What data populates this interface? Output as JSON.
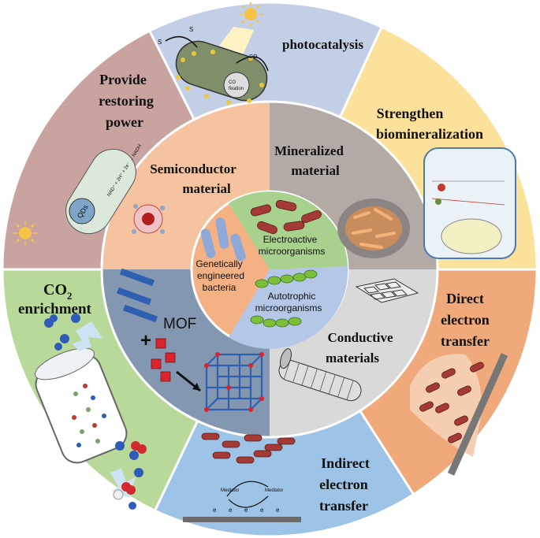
{
  "outer": {
    "photocatalysis": "photocatalysis",
    "restoring": [
      "Provide",
      "restoring",
      "power"
    ],
    "biomineral": [
      "Strengthen",
      "biomineralization"
    ],
    "co2": {
      "main": "CO",
      "sub": "2",
      "line2": "enrichment"
    },
    "direct": [
      "Direct",
      "electron",
      "transfer"
    ],
    "indirect": [
      "Indirect",
      "electron",
      "transfer"
    ]
  },
  "middle": {
    "semiconductor": [
      "Semiconductor",
      "material"
    ],
    "mineralized": [
      "Mineralized",
      "material"
    ],
    "mof": "MOF",
    "conductive": [
      "Conductive",
      "materials"
    ]
  },
  "inner": {
    "electroactive": [
      "Electroactive",
      "microorganisms"
    ],
    "genetic": [
      "Genetically",
      "engineered",
      "bacteria"
    ],
    "autotrophic": [
      "Autotrophic",
      "microorganisms"
    ]
  },
  "details": {
    "s_ox": "S",
    "s_red": "S",
    "co2_label": "CO",
    "fixation": [
      "CO",
      "fixation"
    ],
    "nadh_eq": "NAD⁺ + 2H⁺ + 2e⁻ → NADH",
    "qds": "QDs",
    "mediator_ox": "Mediator",
    "mediator_red": "Mediator",
    "electrons": "e",
    "plus": "+"
  },
  "colors": {
    "pink": "#c9a3a0",
    "blue_top": "#c3cfe6",
    "yellow": "#fbe19a",
    "orange": "#f0a97a",
    "blue_bottom": "#9dc3e6",
    "green": "#b9d99a",
    "mid_peach": "#f5c3a0",
    "mid_gray": "#b3aaa6",
    "mid_light": "#d9d9d9",
    "mid_slate": "#8497b0",
    "inner_green": "#a9d18e",
    "inner_orange": "#f4b183",
    "inner_blue": "#b4c7e7"
  }
}
